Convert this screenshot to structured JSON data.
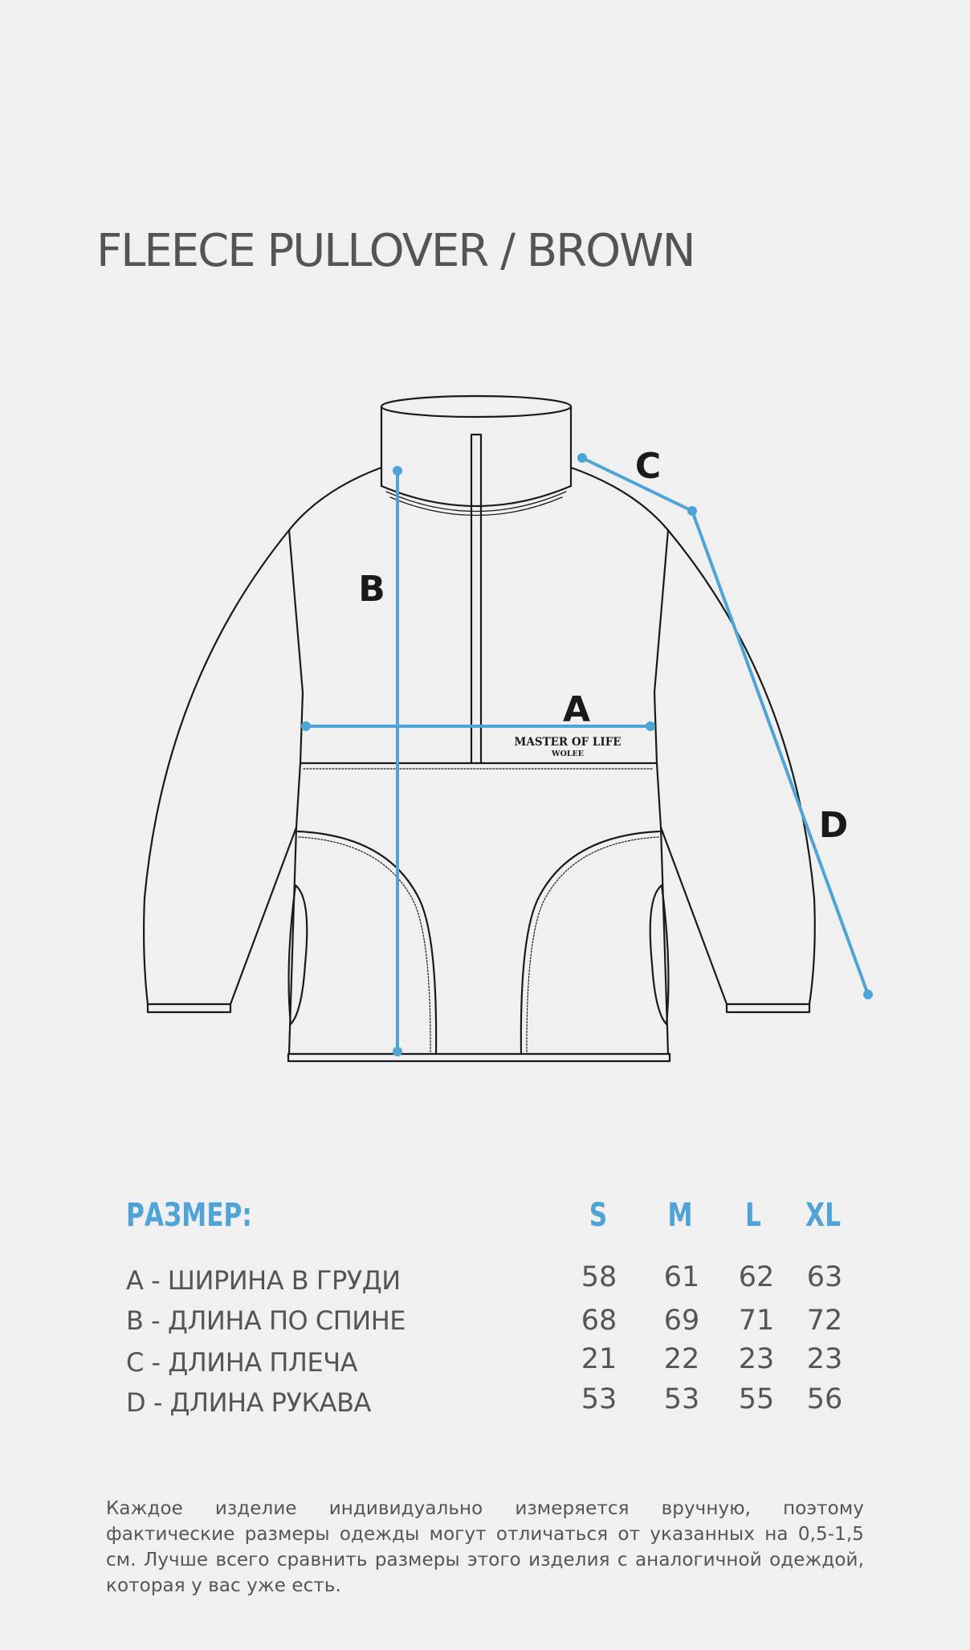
{
  "product": {
    "title": "FLEECE PULLOVER / BROWN"
  },
  "diagram": {
    "labels": {
      "a": "A",
      "b": "B",
      "c": "C",
      "d": "D"
    },
    "chest_print_line1": "MASTER OF LIFE",
    "chest_print_line2": "WOLEE",
    "measure_color": "#4fa3d6",
    "outline_color": "#1a1a1a"
  },
  "size_table": {
    "header_label": "РАЗМЕР:",
    "sizes": [
      "S",
      "M",
      "L",
      "XL"
    ],
    "rows": [
      {
        "label": "A - ШИРИНА В ГРУДИ",
        "values": [
          "58",
          "61",
          "62",
          "63"
        ]
      },
      {
        "label": "B - ДЛИНА ПО СПИНЕ",
        "values": [
          "68",
          "69",
          "71",
          "72"
        ]
      },
      {
        "label": "C - ДЛИНА ПЛЕЧА",
        "values": [
          "21",
          "22",
          "23",
          "23"
        ]
      },
      {
        "label": "D - ДЛИНА РУКАВА",
        "values": [
          "53",
          "53",
          "55",
          "56"
        ]
      }
    ]
  },
  "note": "Каждое изделие индивидуально измеряется вручную, поэтому фактические размеры одежды могут отличаться от указанных на 0,5-1,5 см. Лучше всего сравнить размеры этого изделия с аналогичной одеждой, которая у вас уже есть."
}
